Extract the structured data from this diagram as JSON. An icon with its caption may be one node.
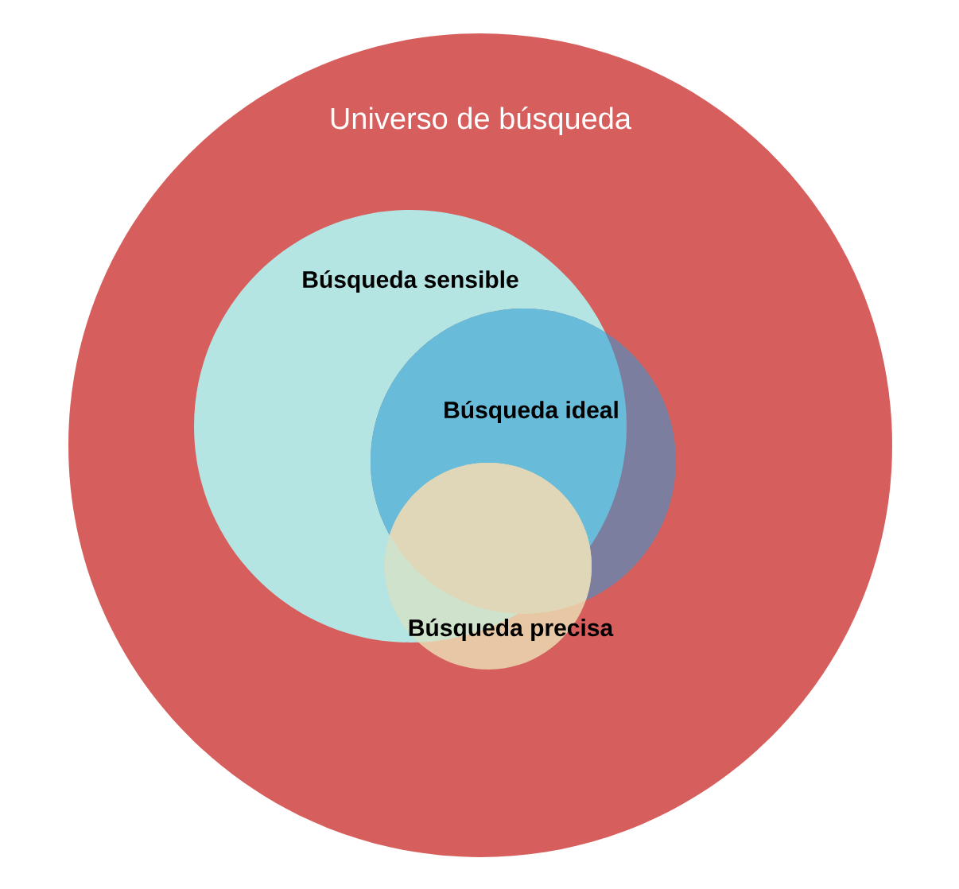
{
  "diagram": {
    "nodes": [
      {
        "text": [
          "Universo de búsqueda"
        ]
      },
      {
        "text": [
          "Búsqueda sensible"
        ],
        "in": 0
      },
      {
        "text": [
          "Búsqueda ideal"
        ],
        "in": 0
      },
      {
        "text": [
          "Búsqueda precisa"
        ],
        "in": 0
      }
    ]
  }
}
